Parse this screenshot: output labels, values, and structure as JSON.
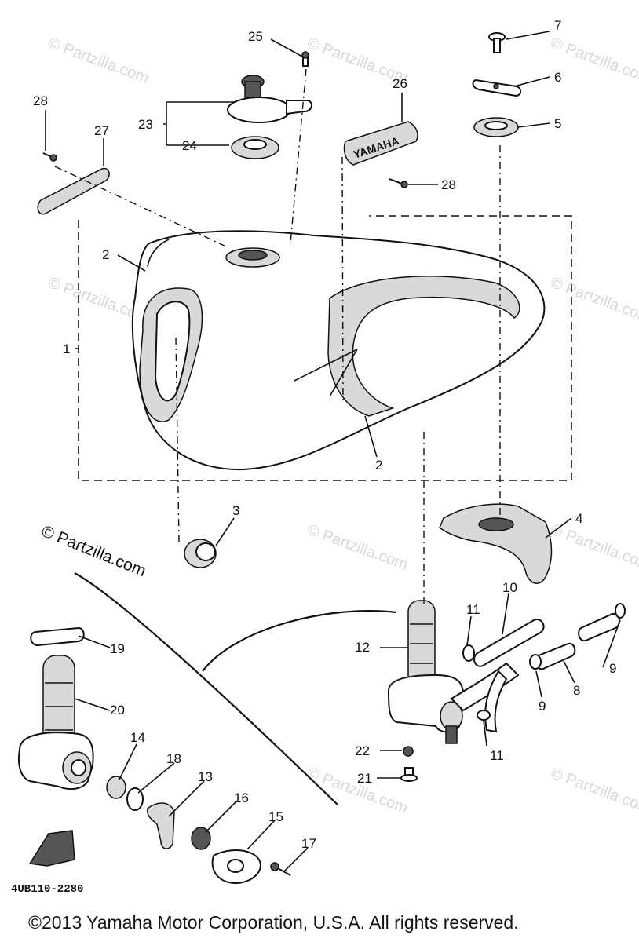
{
  "watermark": {
    "faint_text": "© Partzilla.com",
    "brand_text": "© Partzilla.com"
  },
  "drawing_code": "4UB110-2280",
  "copyright": "©2013  Yamaha Motor Corporation, U.S.A. All rights reserved.",
  "emblem_text": "YAMAHA",
  "callouts": {
    "c1": "1",
    "c2a": "2",
    "c2b": "2",
    "c3": "3",
    "c4": "4",
    "c5": "5",
    "c6": "6",
    "c7": "7",
    "c8": "8",
    "c9a": "9",
    "c9b": "9",
    "c10": "10",
    "c11a": "11",
    "c11b": "11",
    "c12": "12",
    "c13": "13",
    "c14": "14",
    "c15": "15",
    "c16": "16",
    "c17": "17",
    "c18": "18",
    "c19": "19",
    "c20": "20",
    "c21": "21",
    "c22": "22",
    "c23": "23",
    "c24": "24",
    "c25": "25",
    "c26": "26",
    "c27": "27",
    "c28a": "28",
    "c28b": "28"
  },
  "colors": {
    "line": "#111111",
    "watermark": "#d8d8d8",
    "background": "#ffffff"
  }
}
